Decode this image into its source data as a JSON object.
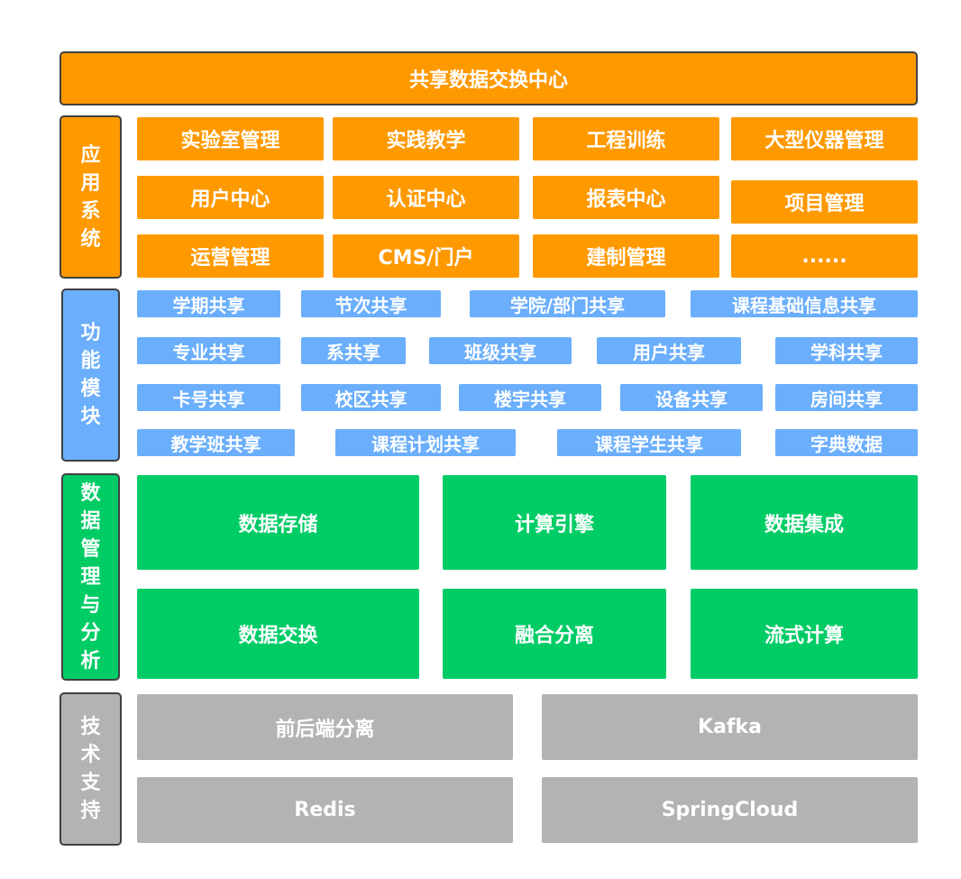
{
  "title": "共享数据交换中心",
  "categories": {
    "app": [
      "应",
      "用",
      "系",
      "统"
    ],
    "func": [
      "功",
      "能",
      "模",
      "块"
    ],
    "data": [
      "数",
      "据",
      "管",
      "理",
      "与",
      "分",
      "析"
    ],
    "tech": [
      "技",
      "术",
      "支",
      "持"
    ]
  },
  "apps": [
    "实验室管理",
    "实践教学",
    "工程训练",
    "大型仪器管理",
    "用户中心",
    "认证中心",
    "报表中心",
    "项目管理",
    "运营管理",
    "CMS/门户",
    "建制管理",
    "......"
  ],
  "modules": [
    "学期共享",
    "节次共享",
    "学院/部门共享",
    "课程基础信息共享",
    "专业共享",
    "系共享",
    "班级共享",
    "用户共享",
    "学科共享",
    "卡号共享",
    "校区共享",
    "楼宇共享",
    "设备共享",
    "房间共享",
    "教学班共享",
    "课程计划共享",
    "课程学生共享",
    "字典数据"
  ],
  "data_mgmt": [
    "数据存储",
    "计算引擎",
    "数据集成",
    "数据交换",
    "融合分离",
    "流式计算"
  ],
  "tech": [
    "前后端分离",
    "Kafka",
    "Redis",
    "SpringCloud"
  ],
  "colors": {
    "orange": "#ff9900",
    "blue": "#6aaefc",
    "green": "#00cc66",
    "gray": "#b3b3b3",
    "border": "#404040"
  }
}
